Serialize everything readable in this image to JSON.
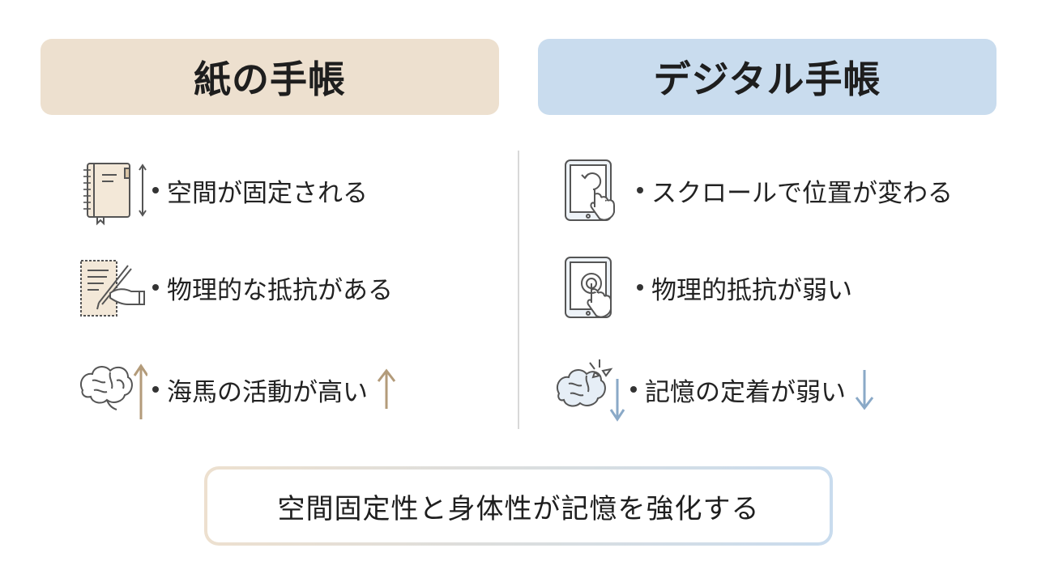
{
  "colors": {
    "paper_header_bg": "#ede0cf",
    "digital_header_bg": "#c9dcee",
    "paper_accent": "#b39b7a",
    "digital_accent": "#8aa9c7",
    "icon_stroke": "#555555"
  },
  "paper": {
    "title": "紙の手帳",
    "items": [
      {
        "icon": "notebook-icon",
        "text": "空間が固定される"
      },
      {
        "icon": "writing-hand-icon",
        "text": "物理的な抵抗がある"
      },
      {
        "icon": "brain-up-icon",
        "text": "海馬の活動が高い",
        "trend": "up"
      }
    ]
  },
  "digital": {
    "title": "デジタル手帳",
    "items": [
      {
        "icon": "tablet-scroll-icon",
        "text": "スクロールで位置が変わる"
      },
      {
        "icon": "tablet-tap-icon",
        "text": "物理的抵抗が弱い"
      },
      {
        "icon": "brain-down-icon",
        "text": "記憶の定着が弱い",
        "trend": "down"
      }
    ]
  },
  "summary": {
    "text": "空間固定性と身体性が記憶を強化する"
  }
}
